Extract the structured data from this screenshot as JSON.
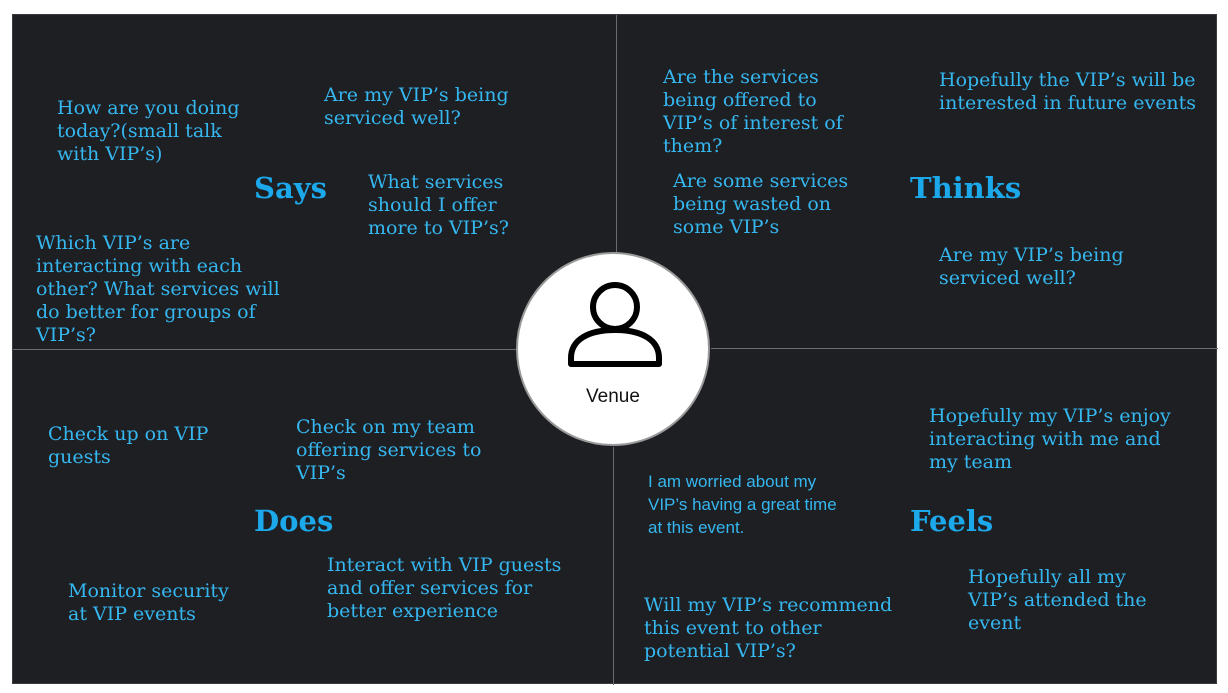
{
  "center": {
    "label": "Venue",
    "icon": "user-icon"
  },
  "colors": {
    "background": "#1e1f23",
    "accent_text": "#35b7f0",
    "heading": "#1ca9ec",
    "divider": "#6b6c70"
  },
  "quadrants": {
    "says": {
      "heading": "Says",
      "notes": [
        "How are you doing\ntoday?(small talk\nwith VIP’s)",
        "Are my VIP’s being\nserviced well?",
        "What services\nshould I offer\nmore to VIP’s?",
        "Which VIP’s are\ninteracting with each\nother? What services will\ndo better for groups of\nVIP’s?"
      ]
    },
    "thinks": {
      "heading": "Thinks",
      "notes": [
        "Are the services\nbeing offered to\nVIP’s of interest of\nthem?",
        "Hopefully the VIP’s will be\ninterested in future events",
        "Are some services\nbeing wasted on\nsome VIP’s",
        "Are my VIP’s being\nserviced well?"
      ]
    },
    "does": {
      "heading": "Does",
      "notes": [
        "Check up on VIP\nguests",
        "Check on my team\noffering services to\nVIP’s",
        "Monitor security\nat VIP events",
        "Interact with VIP guests\nand offer services for\nbetter experience"
      ]
    },
    "feels": {
      "heading": "Feels",
      "notes": [
        "Hopefully my VIP’s enjoy\ninteracting with me and\nmy team",
        "I am worried about my\nVIP’s having a great time\nat this event.",
        "Will my VIP’s recommend\nthis event to other\npotential VIP’s?",
        "Hopefully all my\nVIP’s attended the\nevent"
      ]
    }
  }
}
